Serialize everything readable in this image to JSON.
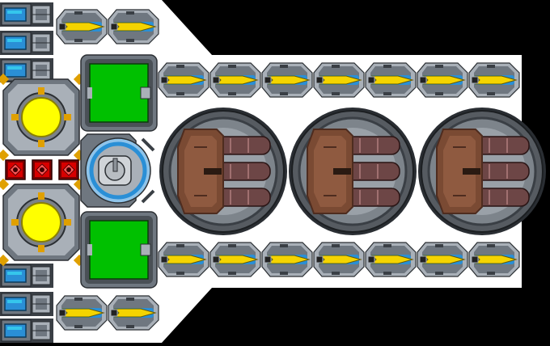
{
  "scene": {
    "description_name": "spaceship-blueprint",
    "hull_color": "#ffffff",
    "background_color": "#000000"
  },
  "palette": {
    "frame_dark": "#3a3f45",
    "frame_mid": "#6f7780",
    "frame_light": "#a9b0b8",
    "accent_blue": "#2a8fd6",
    "accent_cyan": "#35c6ec",
    "projectile_yellow": "#f4d400",
    "reactor_yellow": "#ffff00",
    "reactor_orange": "#e0a000",
    "storage_green": "#00c000",
    "warning_red": "#d80000",
    "turret_brown": "#7a4a33",
    "turret_brown_dark": "#4e2c1f",
    "barrel_maroon": "#6d4646",
    "drum_grey": "#565b61"
  },
  "modules": {
    "battery_cells": {
      "icon": "battery-cell-icon",
      "count_top": 3,
      "count_bottom": 3
    },
    "missile_pods": {
      "icon": "missile-icon",
      "count_top_stub": 2,
      "count_top_row": 7,
      "count_bottom_row": 7,
      "count_bottom_stub": 2
    },
    "reactors": {
      "icon": "reactor-core-icon",
      "count": 2
    },
    "cargo_bays": {
      "icon": "cargo-bay-icon",
      "count": 2
    },
    "ammo_crates": {
      "icon": "ammo-crate-icon",
      "count": 3
    },
    "shield_generator": {
      "icon": "shield-dome-icon",
      "count": 1
    },
    "heavy_turrets": {
      "icon": "triple-barrel-turret-icon",
      "count": 3
    }
  }
}
